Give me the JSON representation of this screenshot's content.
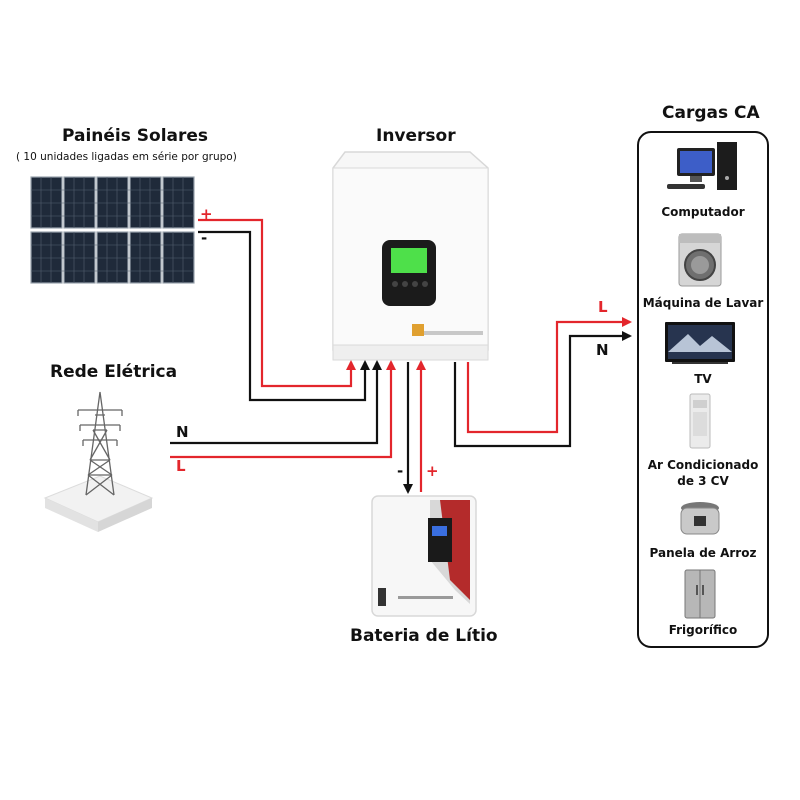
{
  "solar": {
    "title": "Painéis Solares",
    "subtitle": "( 10 unidades ligadas em série por grupo)",
    "pos_label": "+",
    "neg_label": "-"
  },
  "inverter": {
    "title": "Inversor",
    "device_text": "[unreadable]"
  },
  "grid": {
    "title": "Rede Elétrica",
    "n_label": "N",
    "l_label": "L"
  },
  "battery": {
    "title": "Bateria de Lítio",
    "neg_label": "-",
    "pos_label": "+",
    "device_text": "[unreadable]"
  },
  "output": {
    "l_label": "L",
    "n_label": "N"
  },
  "loads": {
    "title": "Cargas CA",
    "items": [
      {
        "label": "Computador",
        "icon": "computer-icon"
      },
      {
        "label": "Máquina de Lavar",
        "icon": "washing-machine-icon"
      },
      {
        "label": "TV",
        "icon": "tv-icon"
      },
      {
        "label": "Ar Condicionado\nde 3 CV",
        "icon": "air-conditioner-icon"
      },
      {
        "label": "Panela de Arroz",
        "icon": "rice-cooker-icon"
      },
      {
        "label": "Frigorífico",
        "icon": "refrigerator-icon"
      }
    ]
  },
  "colors": {
    "live": "#e3262c",
    "neutral": "#111111",
    "screen": "#4ee04a"
  }
}
